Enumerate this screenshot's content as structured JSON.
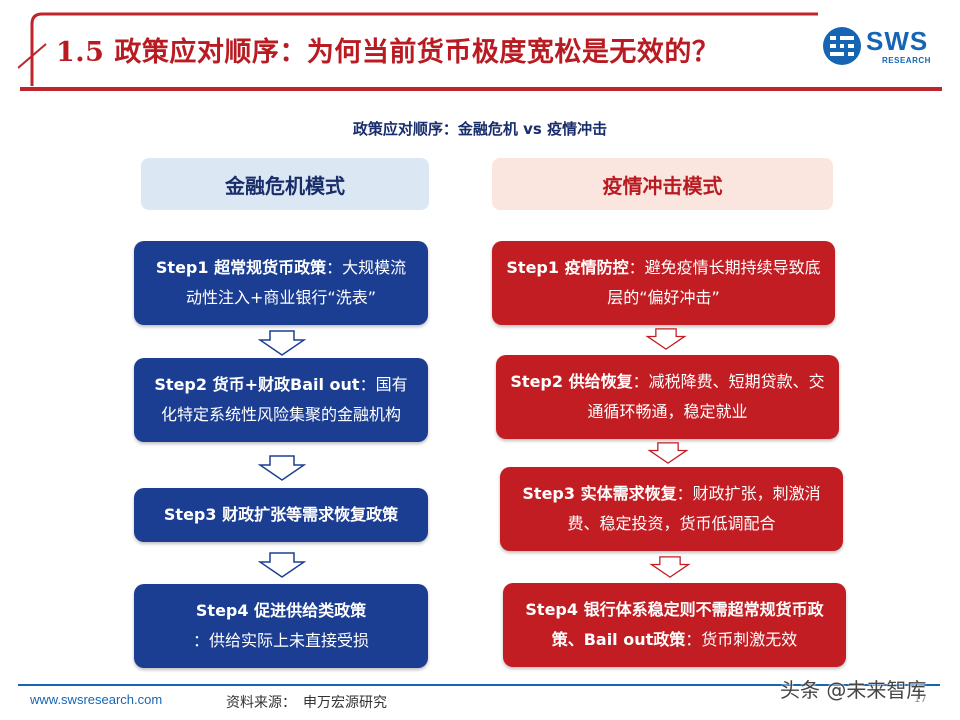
{
  "header": {
    "title": "1.5 政策应对顺序：为何当前货币极度宽松是无效的？",
    "logo_text": "SWS",
    "logo_sub": "RESEARCH"
  },
  "subtitle": "政策应对顺序：金融危机 vs 疫情冲击",
  "left_column": {
    "header": "金融危机模式",
    "steps": [
      {
        "bold": "Step1 超常规货币政策",
        "text": "：大规模流动性注入+商业银行“洗表”"
      },
      {
        "bold": "Step2 货币+财政Bail out",
        "text": "：国有化特定系统性风险集聚的金融机构"
      },
      {
        "bold": "Step3 财政扩张等需求恢复政策",
        "text": ""
      },
      {
        "bold": "Step4 促进供给类政策",
        "text": "：供给实际上未直接受损"
      }
    ]
  },
  "right_column": {
    "header": "疫情冲击模式",
    "steps": [
      {
        "bold": "Step1 疫情防控",
        "text": "：避免疫情长期持续导致底层的“偏好冲击”"
      },
      {
        "bold": "Step2 供给恢复",
        "text": "：减税降费、短期贷款、交通循环畅通，稳定就业"
      },
      {
        "bold": "Step3 实体需求恢复",
        "text": "：财政扩张，刺激消费、稳定投资，货币低调配合"
      },
      {
        "bold": "Step4 银行体系稳定则不需超常规货币政策、Bail out政策",
        "text": "：货币刺激无效"
      }
    ]
  },
  "footer": {
    "url": "www.swsresearch.com",
    "source": "资料来源：　申万宏源研究",
    "page_number": "17",
    "watermark": "头条 @未来智库"
  },
  "colors": {
    "title_red": "#b81c22",
    "step_blue": "#1b3e93",
    "step_red": "#c11d23",
    "brand_blue": "#1665b4"
  }
}
